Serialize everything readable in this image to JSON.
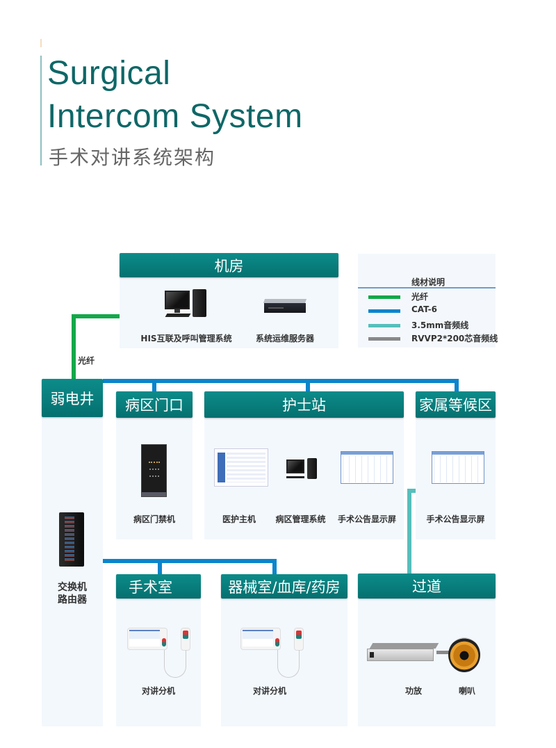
{
  "title": {
    "en_line1": "Surgical",
    "en_line2": "Intercom System",
    "cn": "手术对讲系统架构"
  },
  "colors": {
    "header_teal": "#05706f",
    "title_teal": "#0f6767",
    "fiber_green": "#13a84a",
    "cat6_blue": "#0a85cc",
    "audio_teal": "#56bfbc",
    "rvvp_gray": "#888888",
    "panel_bg": "#f3f8fd"
  },
  "legend": {
    "title": "线材说明",
    "items": [
      {
        "label": "光纤",
        "icon": "green-line"
      },
      {
        "label": "CAT-6",
        "icon": "blue-line"
      },
      {
        "label": "3.5mm音频线",
        "icon": "teal-line"
      },
      {
        "label": "RVVP2*200芯音频线",
        "icon": "gray-line"
      }
    ]
  },
  "fiber_label": "光纤",
  "nodes": {
    "machine_room": {
      "title": "机房",
      "devices": [
        {
          "label": "HIS互联及呼叫管理系统",
          "icon": "desktop-computer-icon"
        },
        {
          "label": "系统运维服务器",
          "icon": "rack-server-icon"
        }
      ]
    },
    "weak_shaft": {
      "title": "弱电井",
      "devices": [
        {
          "label_line1": "交换机",
          "label_line2": "路由器",
          "icon": "network-cabinet-icon"
        }
      ]
    },
    "ward_entrance": {
      "title": "病区门口",
      "devices": [
        {
          "label": "病区门禁机",
          "icon": "access-control-panel-icon"
        }
      ]
    },
    "nurse_station": {
      "title": "护士站",
      "devices": [
        {
          "label": "医护主机",
          "icon": "nurse-master-station-icon"
        },
        {
          "label": "病区管理系统",
          "icon": "desktop-computer-icon"
        },
        {
          "label": "手术公告显示屏",
          "icon": "announcement-display-icon"
        }
      ]
    },
    "family_waiting": {
      "title": "家属等候区",
      "devices": [
        {
          "label": "手术公告显示屏",
          "icon": "announcement-display-icon"
        }
      ]
    },
    "operating_room": {
      "title": "手术室",
      "devices": [
        {
          "label": "对讲分机",
          "icon": "intercom-extension-icon"
        }
      ]
    },
    "equipment_room": {
      "title": "器械室/血库/药房",
      "devices": [
        {
          "label": "对讲分机",
          "icon": "intercom-extension-icon"
        }
      ]
    },
    "corridor": {
      "title": "过道",
      "devices": [
        {
          "label": "功放",
          "icon": "amplifier-icon"
        },
        {
          "label": "喇叭",
          "icon": "speaker-icon"
        }
      ]
    }
  }
}
